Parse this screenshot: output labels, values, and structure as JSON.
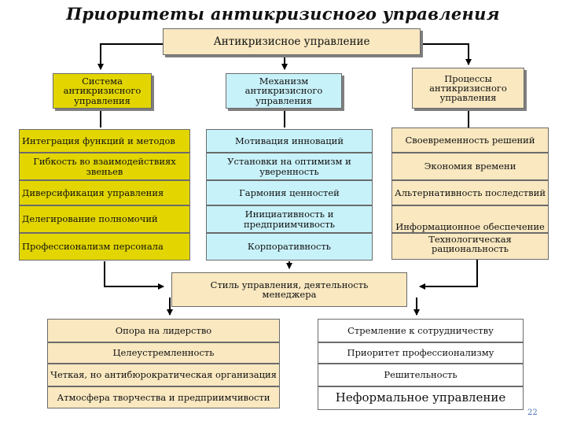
{
  "title": "Приоритеты антикризисного управления",
  "root": "Антикризисное управление",
  "headers": {
    "system": "Система антикризисного управления",
    "mechanism": "Механизм антикризисного управления",
    "processes": "Процессы антикризисного управления"
  },
  "system_items": [
    "Интеграция функций и методов",
    "Гибкость во взаимодействиях звеньев",
    "Диверсификация управления",
    "Делегирование полномочий",
    "Профессионализм персонала"
  ],
  "mechanism_items": [
    "Мотивация инноваций",
    "Установки на оптимизм и уверенность",
    "Гармония ценностей",
    "Инициативность и предприимчивость",
    "Корпоративность"
  ],
  "process_items": [
    "Своевременность решений",
    "Экономия времени",
    "Альтернативность последствий",
    "Информационное обеспечение",
    "Технологическая рациональность"
  ],
  "style_box": "Стиль управления, деятельность менеджера",
  "bottom_left": [
    "Опора на лидерство",
    "Целеустремленность",
    "Четкая, но антибюрократическая организация",
    "Атмосфера творчества и предприимчивости"
  ],
  "bottom_right": [
    "Стремление к сотрудничеству",
    "Приоритет профессионализму",
    "Решительность",
    "Неформальное управление"
  ],
  "page_number": "22"
}
